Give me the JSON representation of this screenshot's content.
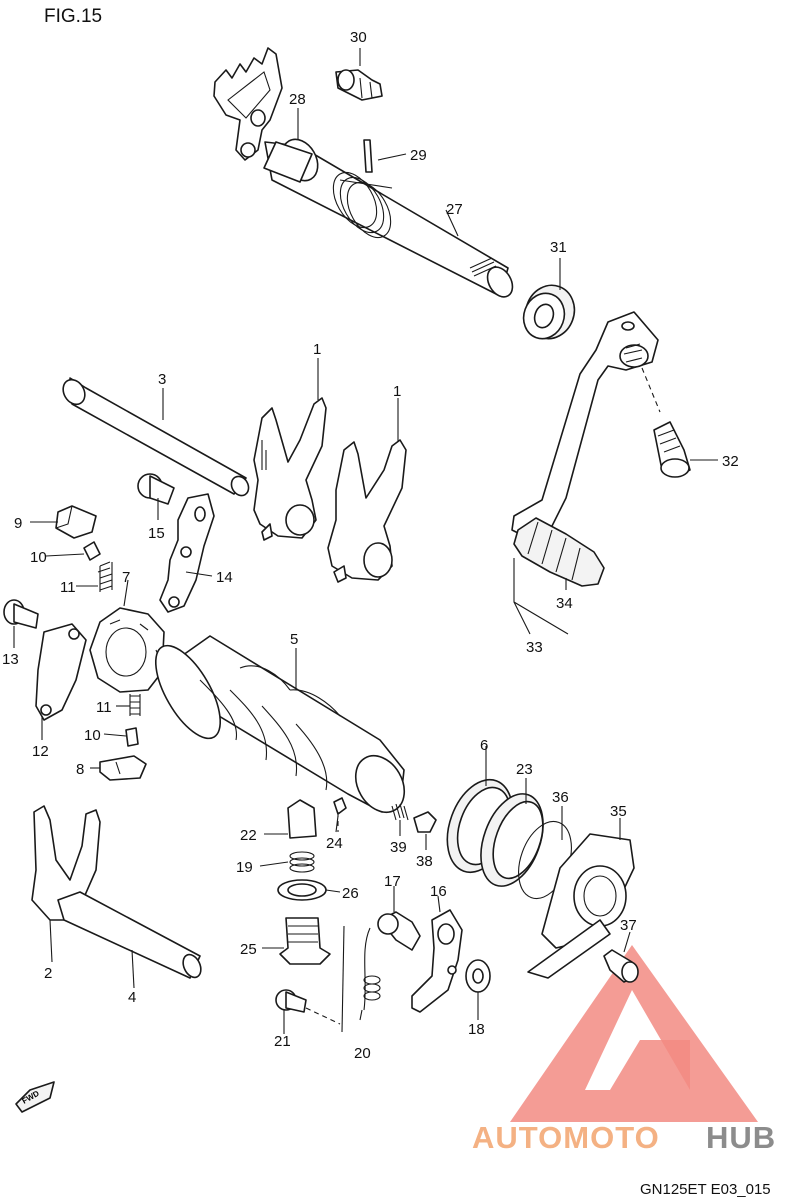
{
  "figure_title": "FIG.15",
  "drawing_code": "GN125ET E03_015",
  "fwd_marker": "FWD",
  "watermark": {
    "text_part1": "AUTOMOTO",
    "text_part2": "HUB",
    "color_part1": "#f4b183",
    "color_part2": "#8c8c8c",
    "triangle_color": "#f28b82"
  },
  "labels": {
    "p1a": "1",
    "p1b": "1",
    "p2": "2",
    "p3": "3",
    "p4": "4",
    "p5": "5",
    "p6": "6",
    "p7": "7",
    "p8": "8",
    "p9": "9",
    "p10a": "10",
    "p10b": "10",
    "p11a": "11",
    "p11b": "11",
    "p12": "12",
    "p13": "13",
    "p14": "14",
    "p15": "15",
    "p16": "16",
    "p17": "17",
    "p18": "18",
    "p19": "19",
    "p20": "20",
    "p21": "21",
    "p22": "22",
    "p23": "23",
    "p24": "24",
    "p25": "25",
    "p26": "26",
    "p27": "27",
    "p28": "28",
    "p29": "29",
    "p30": "30",
    "p31": "31",
    "p32": "32",
    "p33": "33",
    "p34": "34",
    "p35": "35",
    "p36": "36",
    "p37": "37",
    "p38": "38",
    "p39": "39"
  }
}
